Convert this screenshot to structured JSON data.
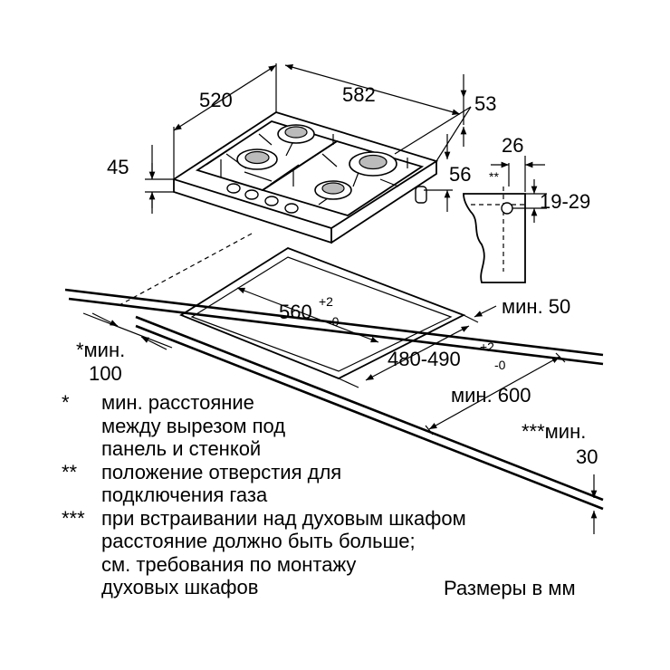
{
  "dimensions": {
    "hob_depth": "520",
    "hob_width": "582",
    "hob_height": "45",
    "back_offset": "53",
    "side_offset": "56",
    "gas_pipe_depth": "26",
    "gas_pipe_height": "19-29",
    "gas_pipe_mark": "**",
    "cutout_width_value": "560",
    "cutout_width_tol_plus": "+2",
    "cutout_width_tol_minus": "-0",
    "cutout_depth_value": "480-490",
    "cutout_depth_tol_plus": "+2",
    "cutout_depth_tol_minus": "-0",
    "min_front": "мин. 50",
    "min_depth": "мин. 600",
    "min_wall_line1": "*мин.",
    "min_wall_line2": "100",
    "min_below_line1": "***мин.",
    "min_below_line2": "30"
  },
  "notes": [
    {
      "mark": "*",
      "text": "мин. расстояние\nмежду вырезом под\nпанель и стенкой"
    },
    {
      "mark": "**",
      "text": "положение отверстия для\nподключения газа"
    },
    {
      "mark": "***",
      "text": "при встраивании над духовым шкафом\nрасстояние должно быть больше;\nсм. требования по монтажу\nдуховых шкафов"
    }
  ],
  "units_label": "Размеры в мм"
}
